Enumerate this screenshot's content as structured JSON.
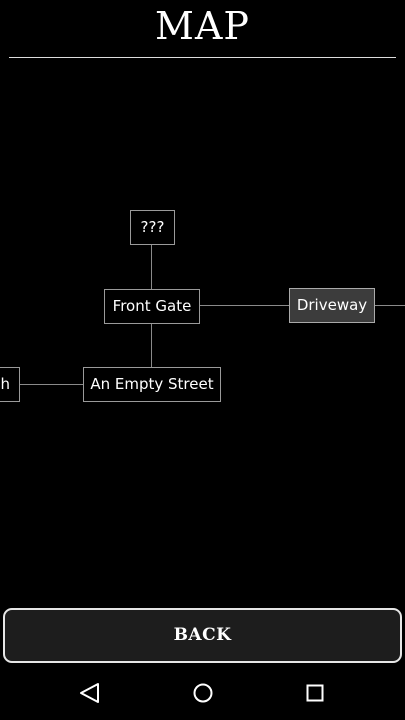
{
  "header": {
    "title": "MAP"
  },
  "map": {
    "nodes": {
      "unknown": "???",
      "front_gate": "Front Gate",
      "driveway": "Driveway",
      "empty_street": "An Empty Street",
      "left_partial": "h"
    },
    "current_location": "driveway"
  },
  "footer": {
    "back_label": "BACK"
  },
  "navbar": {
    "icons": [
      "back-triangle-icon",
      "home-circle-icon",
      "recents-square-icon"
    ]
  }
}
